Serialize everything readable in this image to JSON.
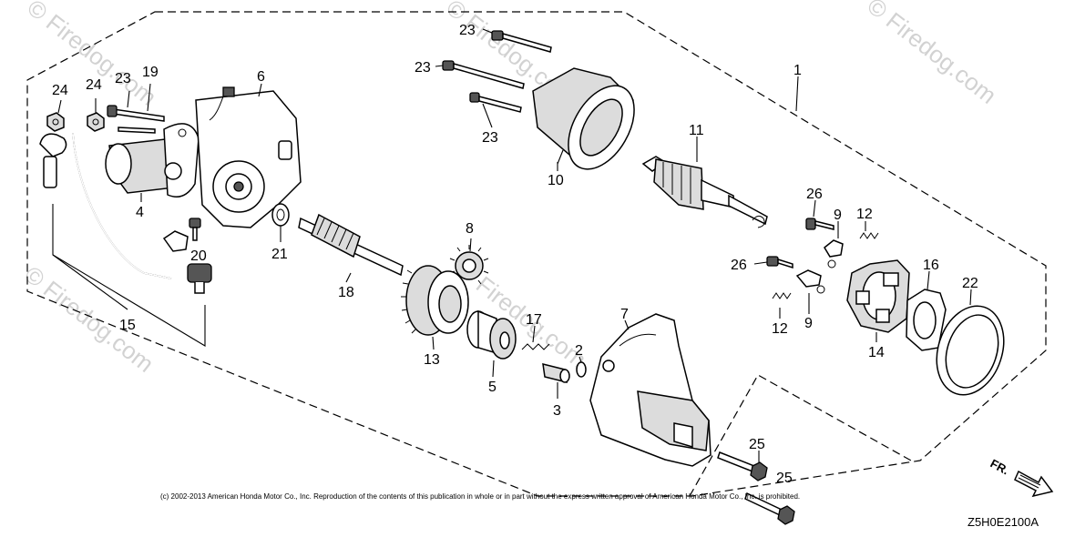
{
  "watermark": "© Firedog.com",
  "copyright": "(c) 2002-2013 American Honda Motor Co., Inc. Reproduction of the contents of this publication in whole or in part without the express written approval of American Honda Motor Co., Inc. is prohibited.",
  "diagram_code": "Z5H0E2100A",
  "front_label": "FR.",
  "callouts": {
    "c1": "1",
    "c2": "2",
    "c3": "3",
    "c4": "4",
    "c5": "5",
    "c6": "6",
    "c7": "7",
    "c8": "8",
    "c9a": "9",
    "c9b": "9",
    "c10": "10",
    "c11": "11",
    "c12a": "12",
    "c12b": "12",
    "c13": "13",
    "c14": "14",
    "c15": "15",
    "c16": "16",
    "c17": "17",
    "c18": "18",
    "c19": "19",
    "c20": "20",
    "c21": "21",
    "c22": "22",
    "c23a": "23",
    "c23b": "23",
    "c23c": "23",
    "c23d": "23",
    "c24a": "24",
    "c24b": "24",
    "c25a": "25",
    "c25b": "25",
    "c26a": "26",
    "c26b": "26"
  }
}
